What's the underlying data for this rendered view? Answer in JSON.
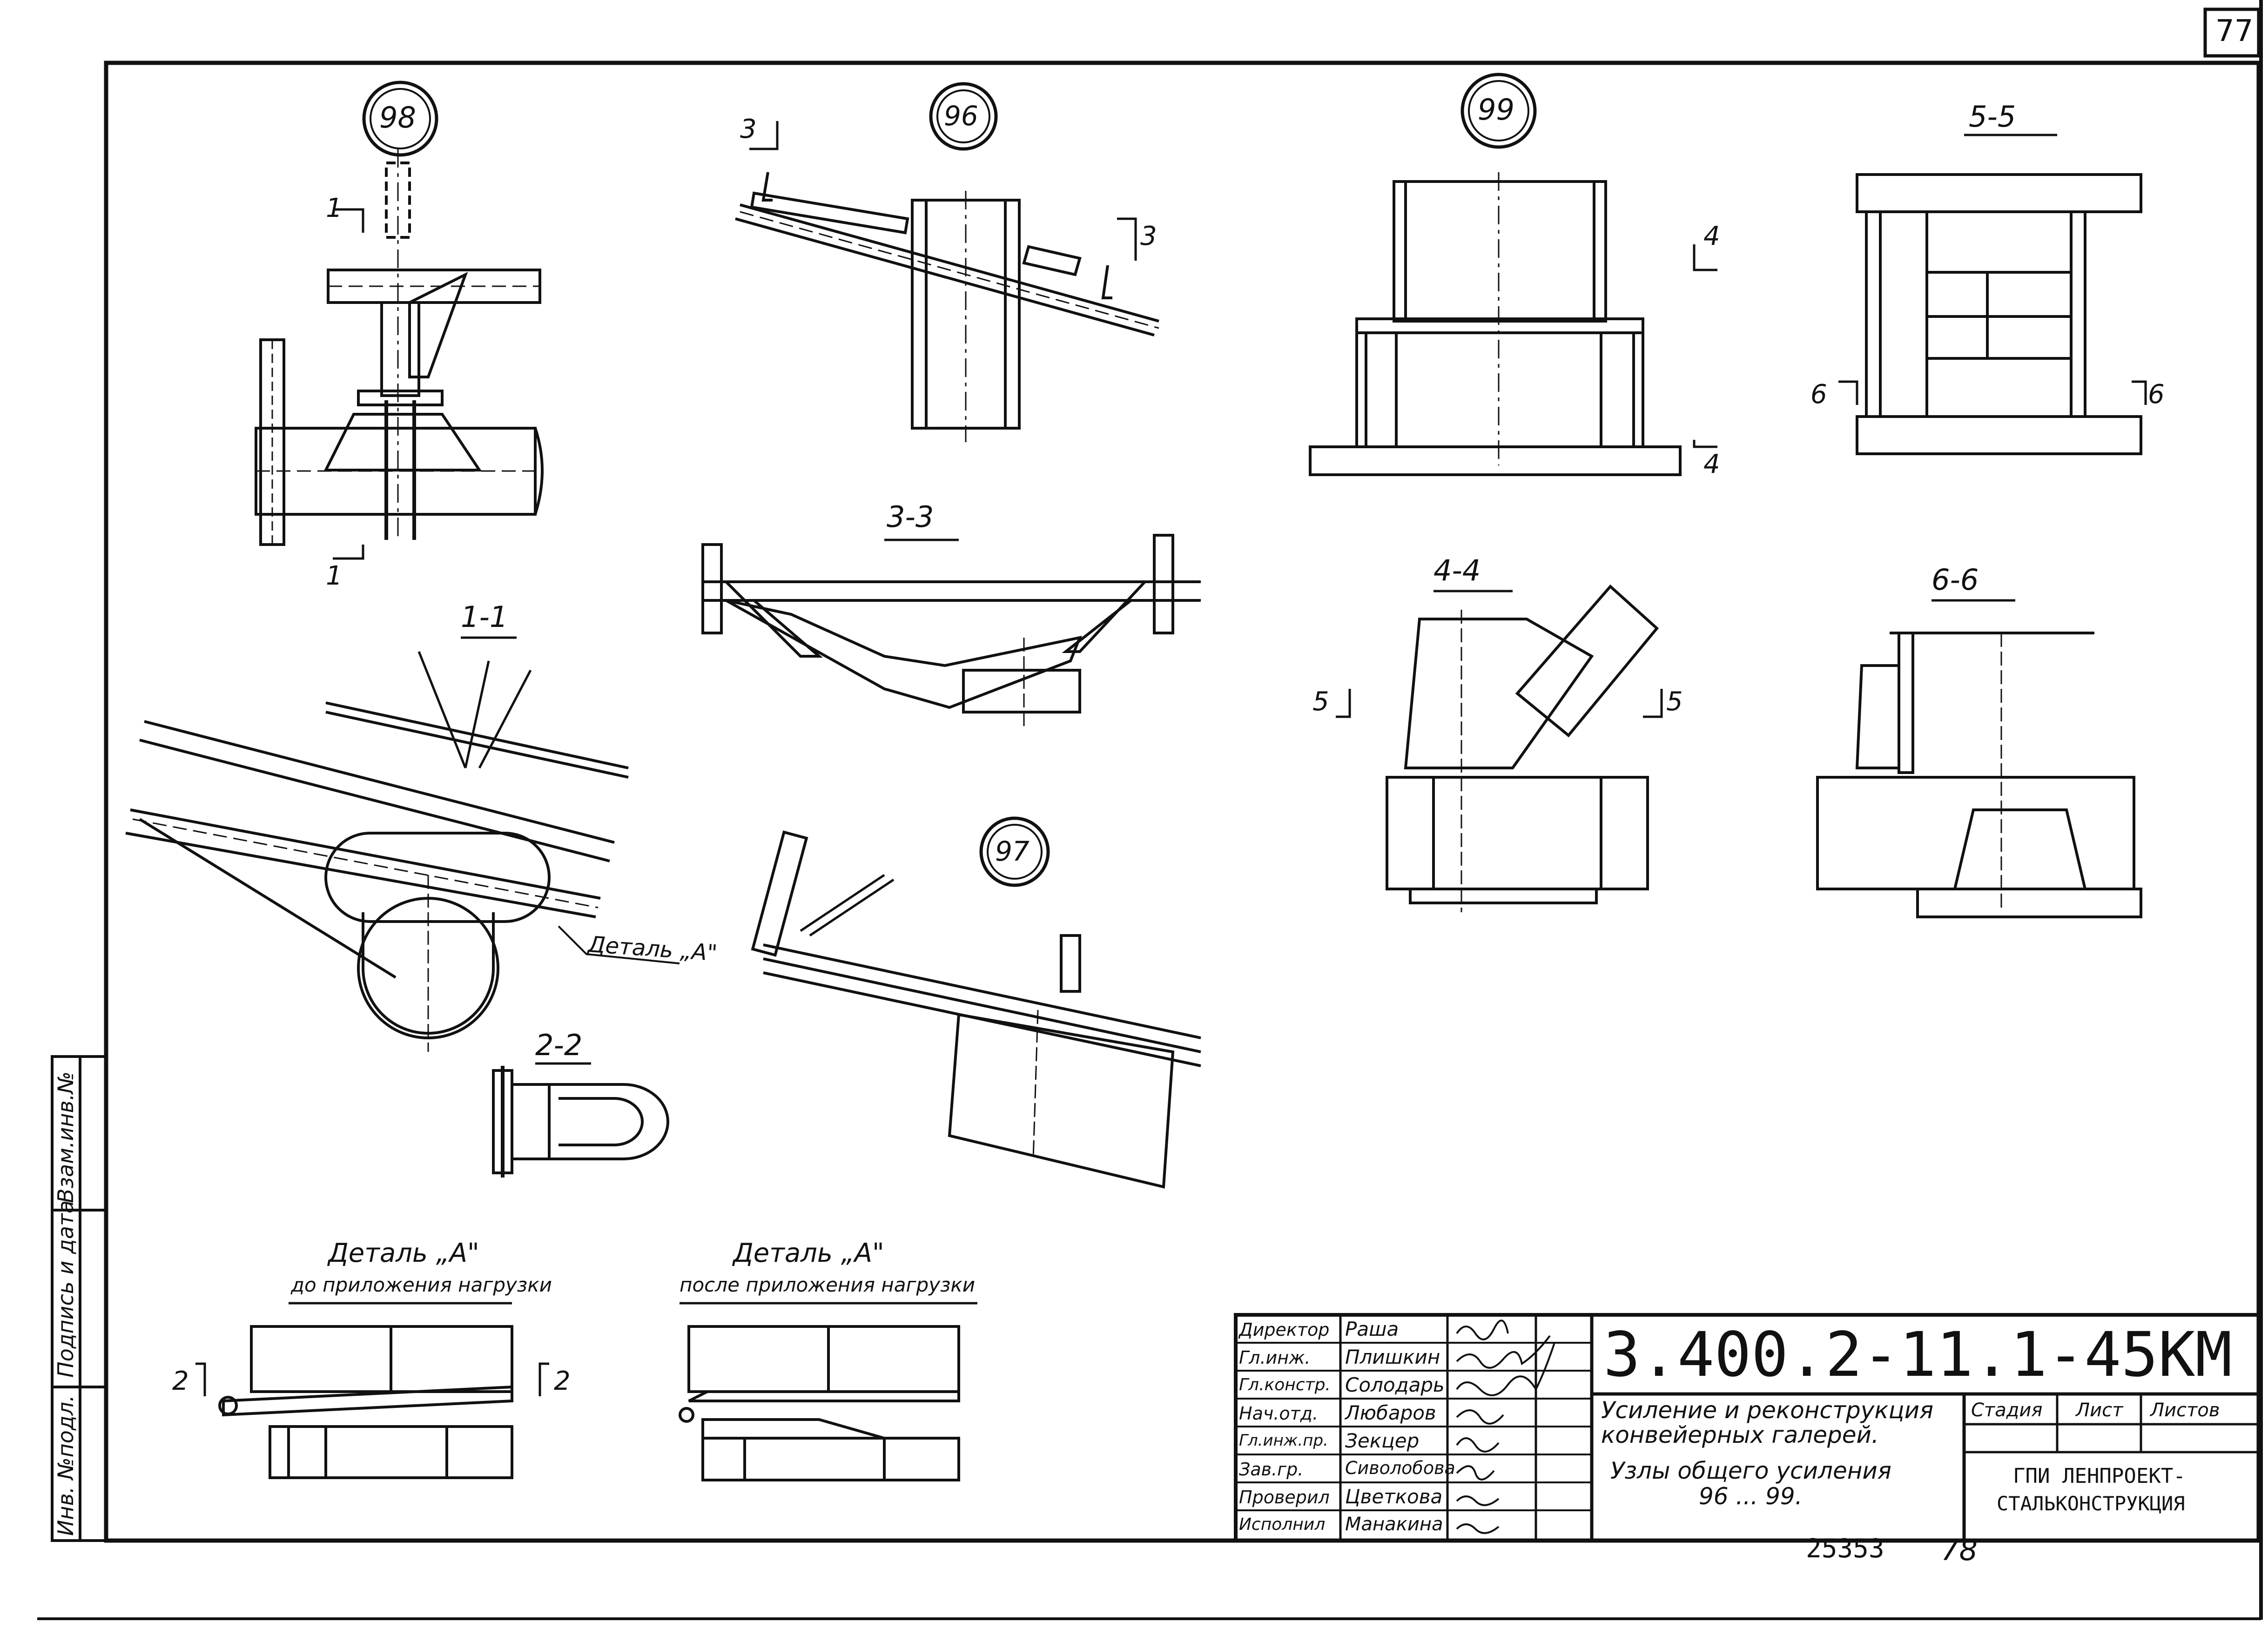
{
  "sheet": {
    "page_number": "77",
    "code": "3.400.2-11.1-45КМ",
    "title_line1": "Усиление и реконструкция",
    "title_line2": "конвейерных галерей.",
    "subtitle_line1": "Узлы общего усиления",
    "subtitle_line2": "96 ... 99.",
    "stage_label": "Стадия",
    "sheet_label": "Лист",
    "sheets_label": "Листов",
    "org_line1": "ГПИ ЛЕНПРОЕКТ-",
    "org_line2": "СТАЛЬКОНСТРУКЦИЯ",
    "archive_number": "25353",
    "archive_page": "78"
  },
  "signatures": [
    {
      "role": "Директор",
      "name": "Раша"
    },
    {
      "role": "Гл.инж.",
      "name": "Плишкин"
    },
    {
      "role": "Гл.констр.",
      "name": "Солодарь"
    },
    {
      "role": "Нач.отд.",
      "name": "Любаров"
    },
    {
      "role": "Гл.инж.пр.",
      "name": "Зекцер"
    },
    {
      "role": "Зав.гр.",
      "name": "Сиволобова"
    },
    {
      "role": "Проверил",
      "name": "Цветкова"
    },
    {
      "role": "Исполнил",
      "name": "Манакина"
    }
  ],
  "side_stamp": {
    "inv_original": "Инв. №подл.",
    "sign_date": "Подпись и дата",
    "replace_inv": "Взам.инв.№"
  },
  "nodes": {
    "n98": "98",
    "n96": "96",
    "n99": "99",
    "n97": "97"
  },
  "sections": {
    "s11": "1-1",
    "s22": "2-2",
    "s33": "3-3",
    "s44": "4-4",
    "s55": "5-5",
    "s66": "6-6"
  },
  "cut_marks": {
    "c1": "1",
    "c2": "2",
    "c3": "3",
    "c4": "4",
    "c5": "5",
    "c6": "6"
  },
  "details": {
    "detail_a_callout": "Деталь „А\"",
    "detail_a_title": "Деталь „А\"",
    "before_load": "до приложения нагрузки",
    "after_load": "после приложения нагрузки"
  }
}
